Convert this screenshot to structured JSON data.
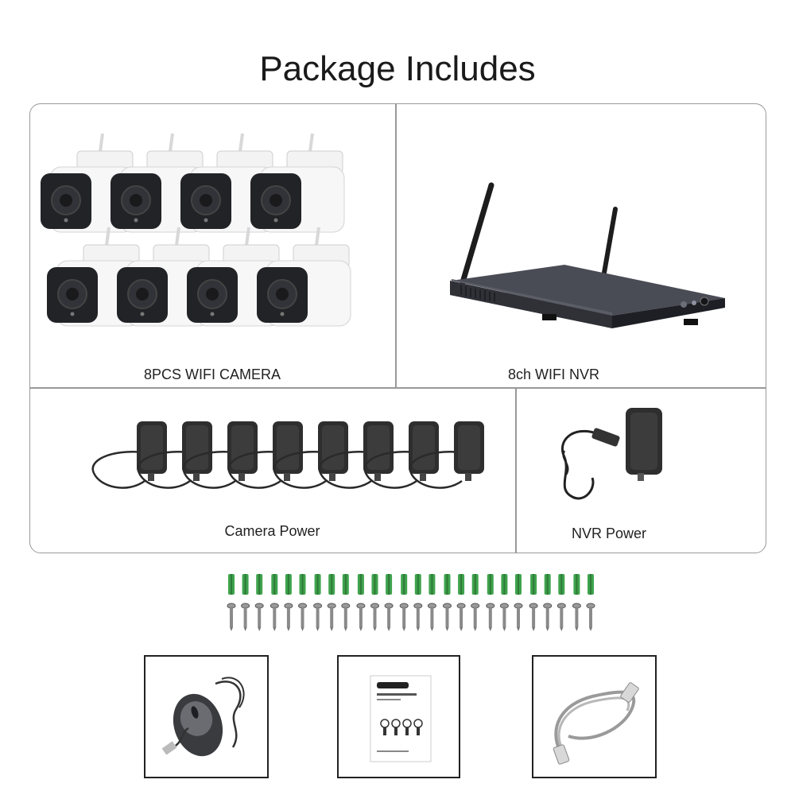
{
  "title": "Package Includes",
  "cells": {
    "cameras": {
      "label": "8PCS WIFI CAMERA",
      "count": 8
    },
    "nvr": {
      "label": "8ch WIFI NVR"
    },
    "camera_power": {
      "label": "Camera Power",
      "count": 8
    },
    "nvr_power": {
      "label": "NVR Power"
    }
  },
  "screws": {
    "anchor_count": 26,
    "screw_count": 26,
    "anchor_color": "#3fa34d"
  },
  "accessories": [
    {
      "name": "mouse"
    },
    {
      "name": "quick-installation-guide"
    },
    {
      "name": "network-cable"
    }
  ]
}
